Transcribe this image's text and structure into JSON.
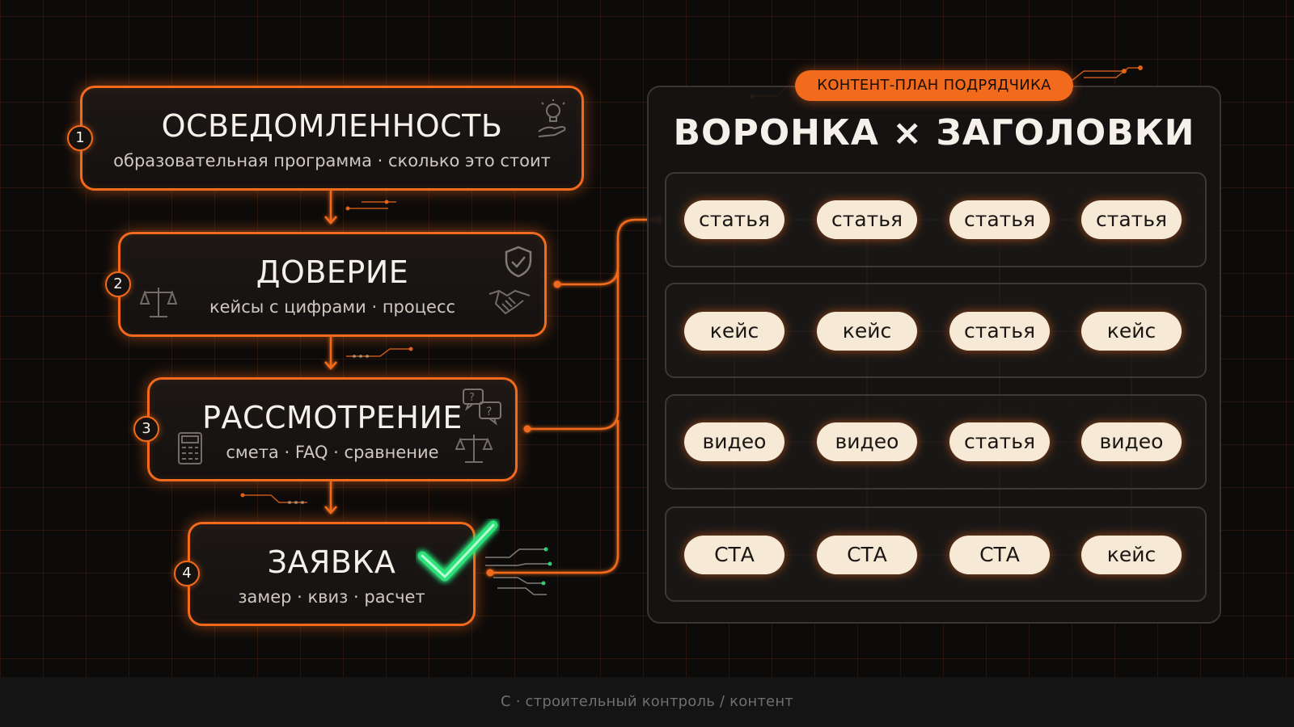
{
  "funnel": {
    "stages": [
      {
        "number": "1",
        "title": "ОСВЕДОМЛЕННОСТЬ",
        "subtitle": "образовательная программа · сколько это стоит",
        "icon": "lightbulb-hand-icon"
      },
      {
        "number": "2",
        "title": "ДОВЕРИЕ",
        "subtitle": "кейсы с цифрами · процесс",
        "icons": [
          "shield-check-icon",
          "scales-icon",
          "handshake-icon"
        ]
      },
      {
        "number": "3",
        "title": "РАССМОТРЕНИЕ",
        "subtitle": "смета · FAQ · сравнение",
        "icons": [
          "question-bubbles-icon",
          "calculator-icon",
          "scales-icon"
        ]
      },
      {
        "number": "4",
        "title": "ЗАЯВКА",
        "subtitle": "замер · квиз · расчет",
        "icon": "green-checkmark-icon"
      }
    ]
  },
  "panel": {
    "badge": "КОНТЕНТ-ПЛАН ПОДРЯДЧИКА",
    "title": "ВОРОНКА × ЗАГОЛОВКИ",
    "grid": [
      [
        "статья",
        "статья",
        "статья",
        "статья"
      ],
      [
        "кейс",
        "кейс",
        "статья",
        "кейс"
      ],
      [
        "видео",
        "видео",
        "статья",
        "видео"
      ],
      [
        "СТА",
        "СТА",
        "СТА",
        "кейс"
      ]
    ]
  },
  "footer": "С · строительный контроль / контент",
  "colors": {
    "accent": "#f26a1b",
    "pill": "#f6ead7",
    "success": "#2ee27a",
    "background": "#0d0b0a"
  }
}
